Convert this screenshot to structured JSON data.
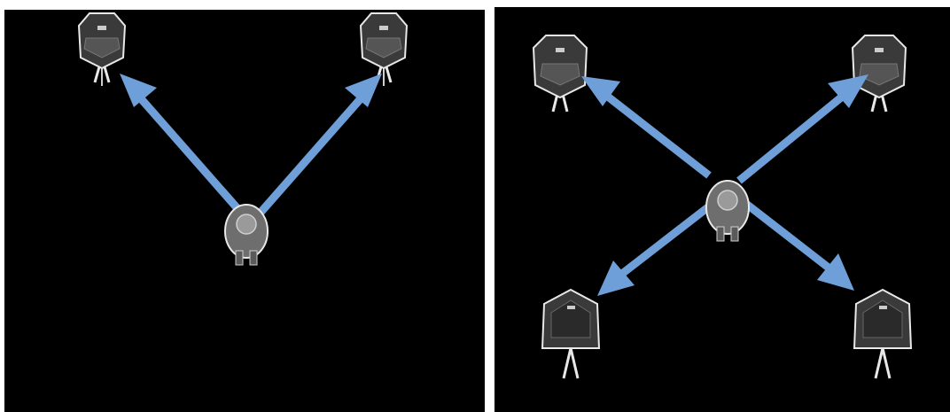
{
  "colors": {
    "background": "#ffffff",
    "panel": "#000000",
    "arrow": "#6f9fd8",
    "speaker_body": "#3a3a3a",
    "speaker_outline": "#e8e8e8",
    "listener": "#8a8a8a"
  },
  "panels": [
    {
      "name": "stereo-panel",
      "speaker_count": 2,
      "speakers": [
        "front-left",
        "front-right"
      ]
    },
    {
      "name": "quad-panel",
      "speaker_count": 4,
      "speakers": [
        "front-left",
        "front-right",
        "rear-left",
        "rear-right"
      ]
    }
  ],
  "icons": [
    "speaker-icon",
    "listener-icon",
    "arrow-icon"
  ]
}
